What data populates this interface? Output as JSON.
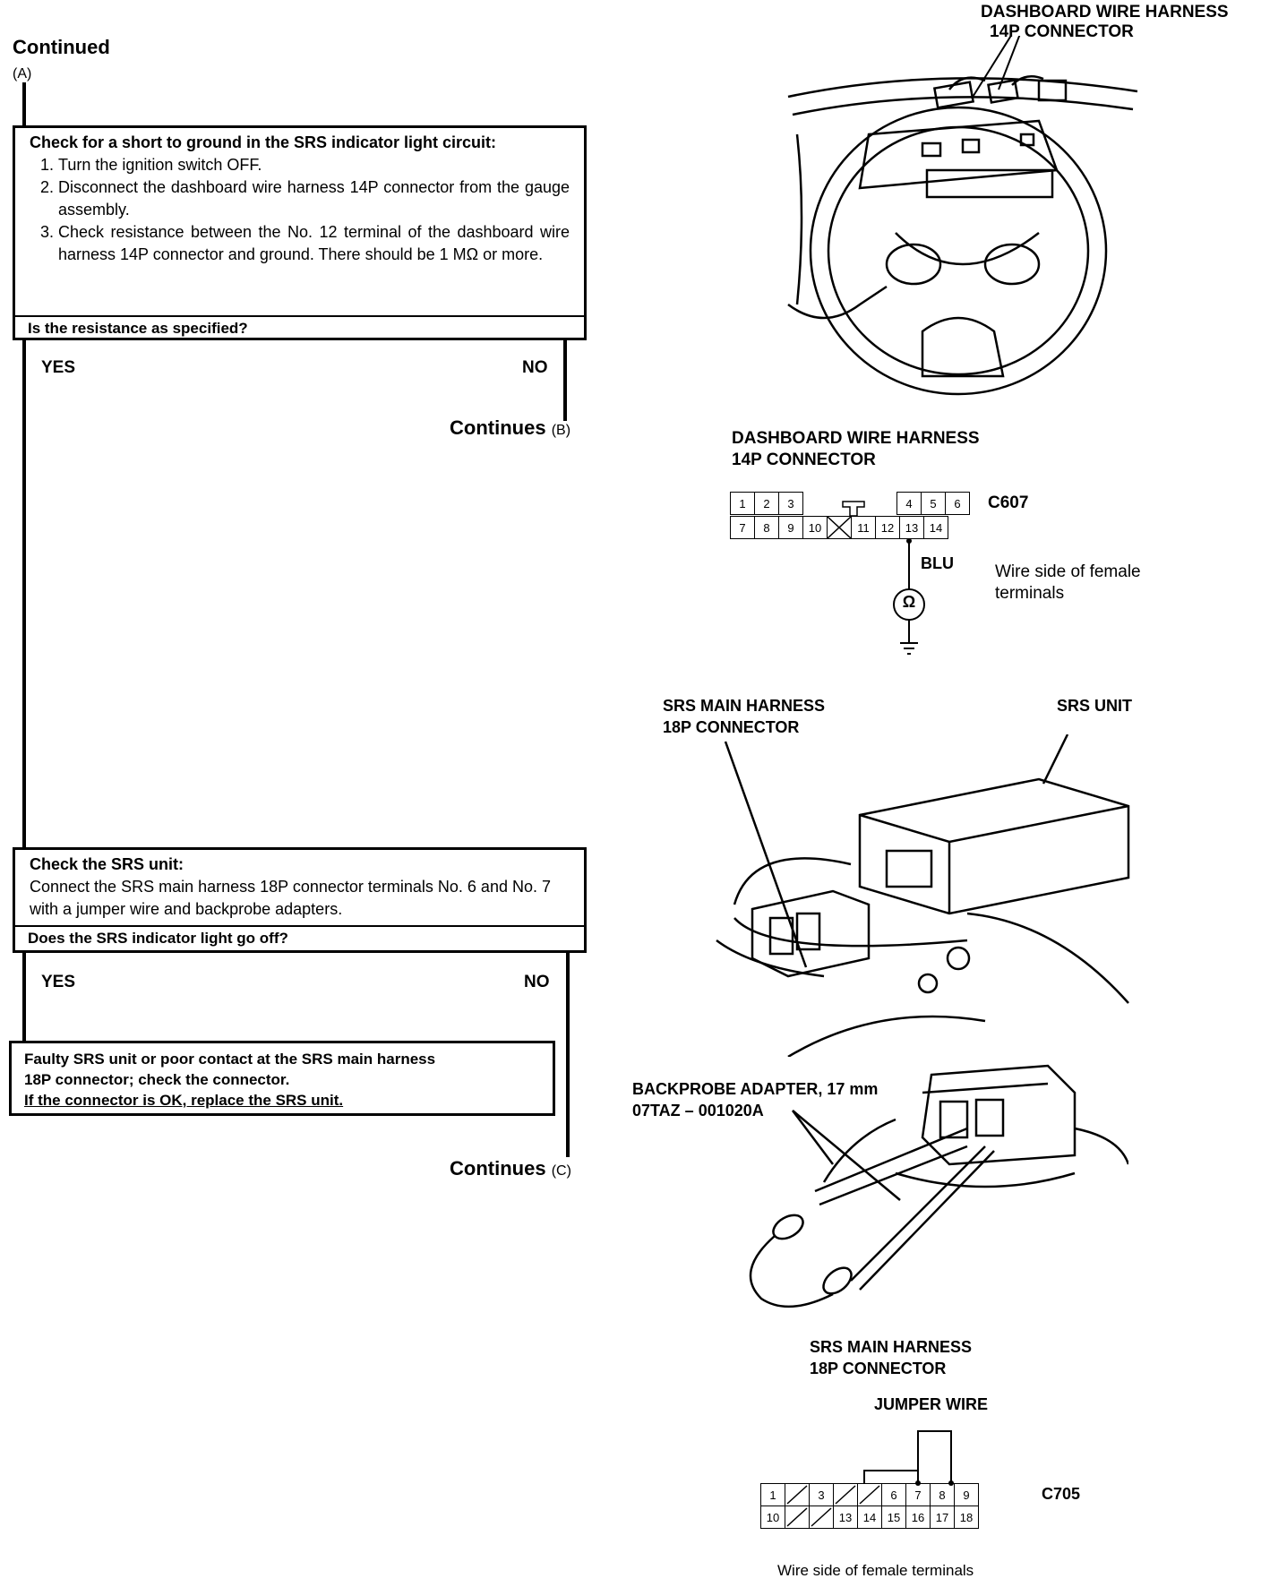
{
  "header": {
    "continued": "Continued",
    "from_ref": "(A)"
  },
  "box1": {
    "title": "Check for a short to ground in the SRS indicator light circuit:",
    "steps": [
      "Turn the ignition switch OFF.",
      "Disconnect the dashboard wire harness 14P connector from the gauge assembly.",
      "Check resistance between the No. 12 terminal of the dashboard wire harness 14P connector and ground. There should be 1 MΩ or more."
    ],
    "question": "Is the resistance as specified?"
  },
  "branch1": {
    "yes": "YES",
    "no": "NO",
    "continues": "Continues",
    "continues_ref": "(B)"
  },
  "box2": {
    "title": "Check the SRS unit:",
    "body": "Connect the SRS main harness 18P connector terminals No. 6 and No. 7 with a jumper wire and backprobe adapters.",
    "question": "Does the SRS indicator light go off?"
  },
  "branch2": {
    "yes": "YES",
    "no": "NO",
    "continues": "Continues",
    "continues_ref": "(C)"
  },
  "box3": {
    "line1": "Faulty SRS unit or poor contact at the SRS main harness",
    "line2": "18P connector; check the connector.",
    "line3": "If the connector is OK, replace the SRS unit."
  },
  "fig1": {
    "label_line1": "DASHBOARD WIRE HARNESS",
    "label_line2": "14P CONNECTOR"
  },
  "fig2": {
    "label_line1": "DASHBOARD WIRE HARNESS",
    "label_line2": "14P CONNECTOR",
    "connector_id": "C607",
    "wire_color": "BLU",
    "meter_symbol": "Ω",
    "note_line1": "Wire side of female",
    "note_line2": "terminals",
    "row1": [
      "1",
      "2",
      "3",
      "4",
      "5",
      "6"
    ],
    "row2": [
      "7",
      "8",
      "9",
      "10",
      "11",
      "12",
      "13",
      "14"
    ]
  },
  "fig3": {
    "harness_line1": "SRS MAIN HARNESS",
    "harness_line2": "18P CONNECTOR",
    "unit_label": "SRS UNIT",
    "adapter_line1": "BACKPROBE ADAPTER, 17 mm",
    "adapter_line2": "07TAZ – 001020A"
  },
  "fig4": {
    "label_line1": "SRS MAIN HARNESS",
    "label_line2": "18P CONNECTOR",
    "jumper_label": "JUMPER WIRE",
    "connector_id": "C705",
    "note": "Wire side of female terminals",
    "row1": [
      "1",
      "",
      "3",
      "",
      "",
      "6",
      "7",
      "8",
      "9"
    ],
    "row2": [
      "10",
      "",
      "",
      "13",
      "14",
      "15",
      "16",
      "17",
      "18"
    ]
  },
  "colors": {
    "ink": "#000000",
    "paper": "#ffffff"
  }
}
